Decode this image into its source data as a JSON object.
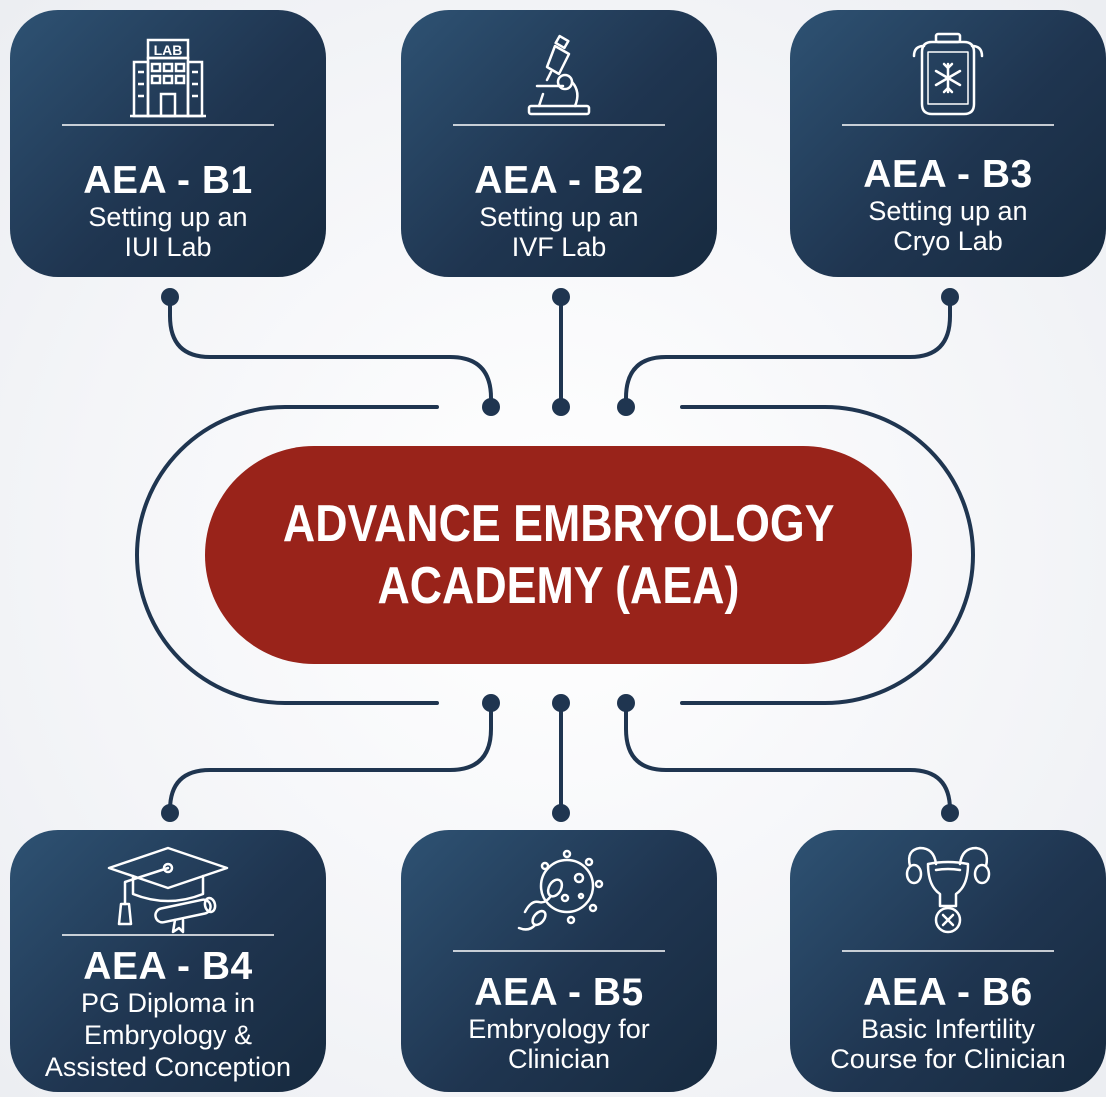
{
  "center": {
    "line1": "ADVANCE EMBRYOLOGY",
    "line2": "ACADEMY (AEA)"
  },
  "colors": {
    "card": "#1f3550",
    "pill": "#99231a",
    "connector": "#1f3550"
  },
  "cards": [
    {
      "code": "AEA - B1",
      "line1": "Setting up an",
      "line2": "IUI Lab",
      "icon": "lab-building-icon"
    },
    {
      "code": "AEA - B2",
      "line1": "Setting up an",
      "line2": "IVF Lab",
      "icon": "microscope-icon"
    },
    {
      "code": "AEA - B3",
      "line1": "Setting up an",
      "line2": "Cryo Lab",
      "icon": "cryo-tank-icon"
    },
    {
      "code": "AEA - B4",
      "line1": "PG Diploma in",
      "line2": "Embryology &",
      "line3": "Assisted Conception",
      "icon": "graduation-cap-icon"
    },
    {
      "code": "AEA - B5",
      "line1": "Embryology for",
      "line2": "Clinician",
      "icon": "egg-sperm-icon"
    },
    {
      "code": "AEA - B6",
      "line1": "Basic Infertility",
      "line2": "Course for Clinician",
      "icon": "uterus-icon"
    }
  ]
}
